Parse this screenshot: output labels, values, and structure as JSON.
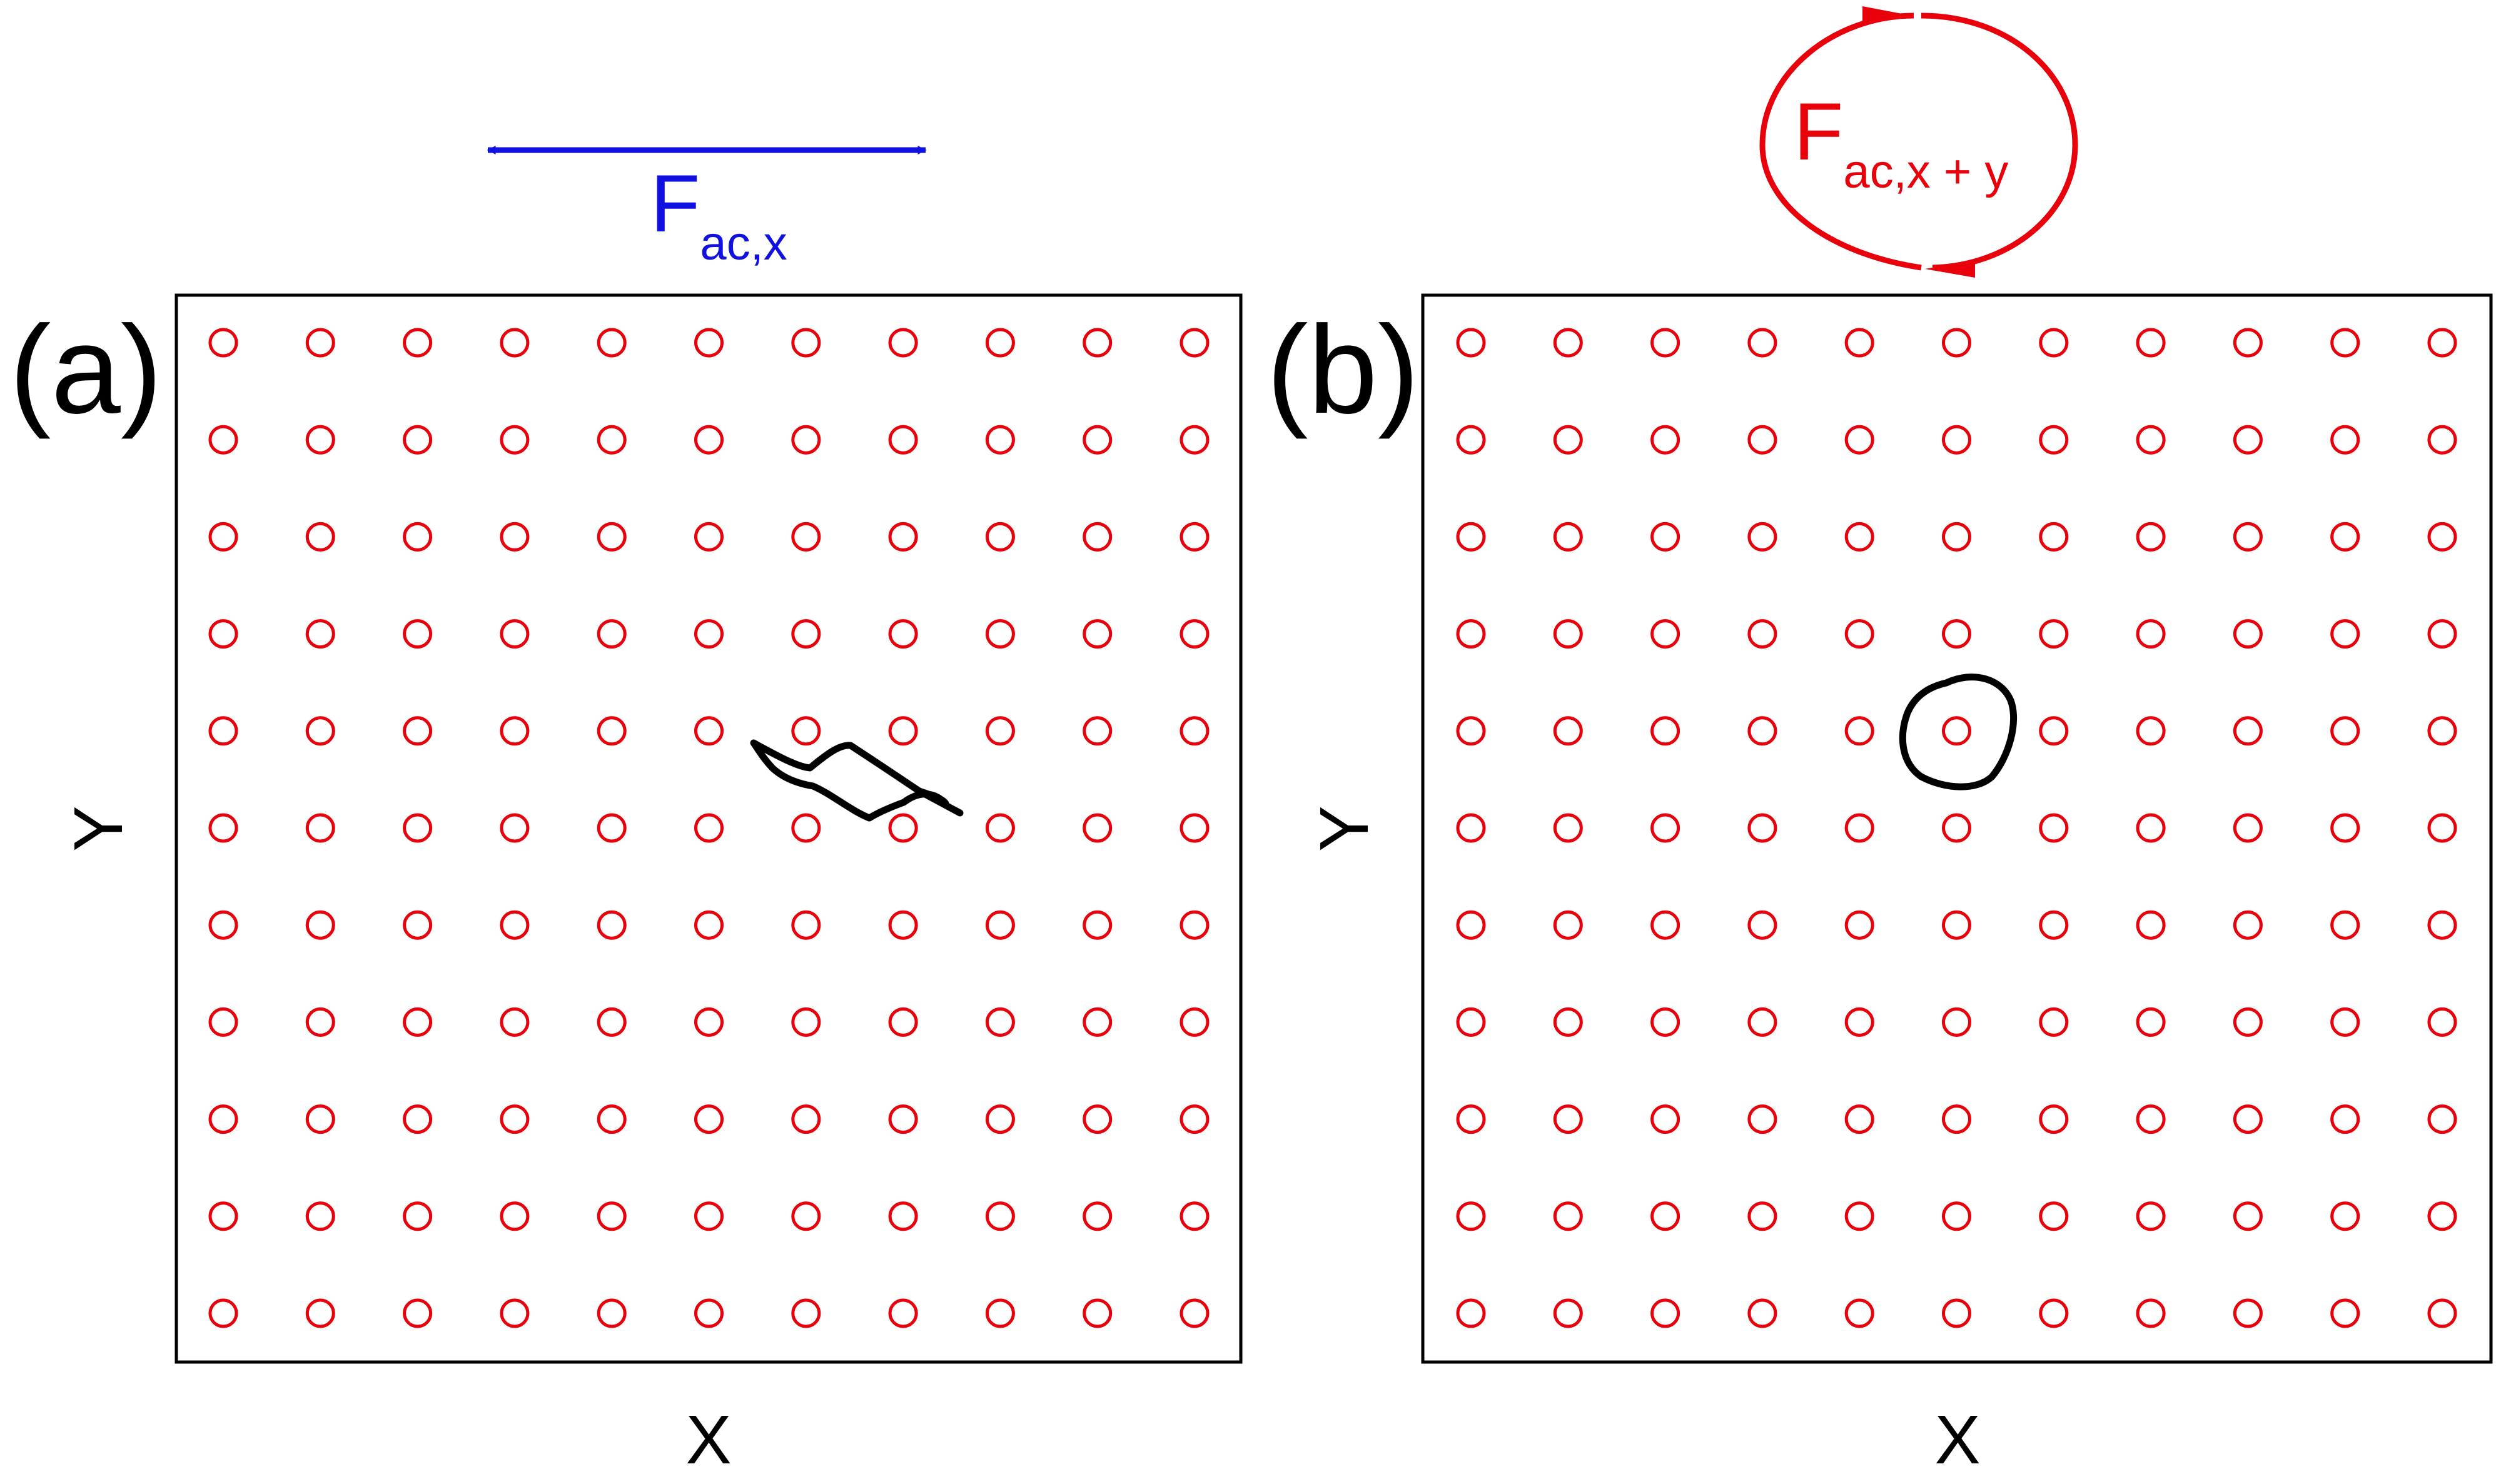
{
  "colors": {
    "frame": "#000000",
    "pin": "#e8000b",
    "drive_x": "#1010e0",
    "drive_circular": "#e8000b",
    "orbit": "#000000"
  },
  "panels": [
    {
      "id": "a",
      "label": "(a)",
      "xlabel": "X",
      "ylabel": "Y",
      "drive": {
        "type": "linear-x",
        "symbol": "F",
        "subscript": "ac,x",
        "color_key": "drive_x"
      },
      "pin_grid": {
        "rows": 11,
        "cols": 11
      },
      "orbit_shape": "elongated-diagonal-loop"
    },
    {
      "id": "b",
      "label": "(b)",
      "xlabel": "X",
      "ylabel": "Y",
      "drive": {
        "type": "circular",
        "symbol": "F",
        "subscript": "ac,x + y",
        "color_key": "drive_circular"
      },
      "pin_grid": {
        "rows": 11,
        "cols": 11
      },
      "orbit_shape": "closed-loop-around-pin"
    }
  ]
}
